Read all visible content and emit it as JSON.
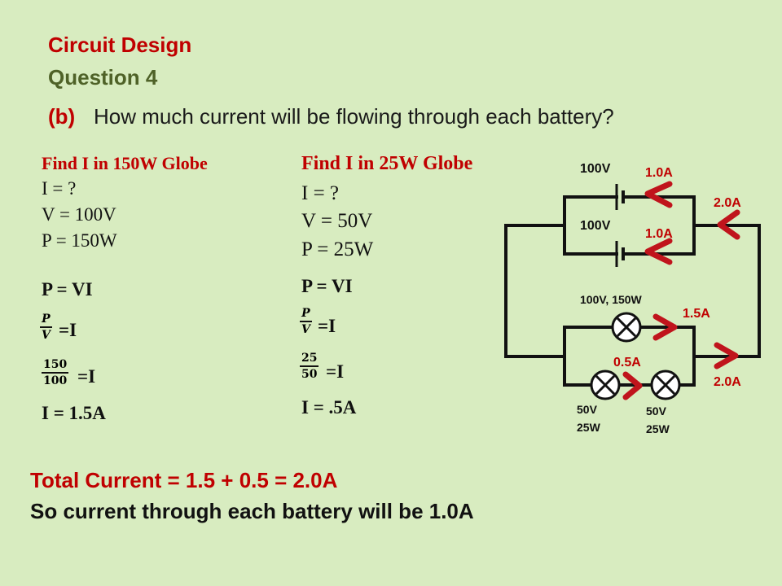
{
  "header": {
    "title": "Circuit Design",
    "question": "Question 4",
    "part_label": "(b)",
    "part_text": "How much current will be flowing through each battery?"
  },
  "left_calc": {
    "heading": "Find I in 150W Globe",
    "i_line": "I  = ?",
    "v_line": "V = 100V",
    "p_line": "P = 150W",
    "formula": "P = VI",
    "frac1_num": "P",
    "frac1_den": "V",
    "frac1_rhs": "=I",
    "frac2_num": "150",
    "frac2_den": "100",
    "frac2_rhs": "=I",
    "result": "I = 1.5A"
  },
  "right_calc": {
    "heading": "Find I in 25W Globe",
    "i_line": "I  = ?",
    "v_line": "V = 50V",
    "p_line": "P = 25W",
    "formula": "P = VI",
    "frac1_num": "P",
    "frac1_den": "V",
    "frac1_rhs": "=I",
    "frac2_num": "25",
    "frac2_den": "50",
    "frac2_rhs": "=I",
    "result": "I = .5A"
  },
  "circuit": {
    "battery_top_label": "100V",
    "battery_bottom_label": "100V",
    "battery_top_current": "1.0A",
    "battery_bottom_current": "1.0A",
    "main_current_top": "2.0A",
    "main_current_bottom": "2.0A",
    "globe_150_label": "100V, 150W",
    "globe_150_current": "1.5A",
    "globe_25_current": "0.5A",
    "globe_25a_voltage": "50V",
    "globe_25a_power": "25W",
    "globe_25b_voltage": "50V",
    "globe_25b_power": "25W"
  },
  "conclusion": {
    "total_line": "Total Current = 1.5 + 0.5 = 2.0A",
    "battery_line": "So current through each battery will be 1.0A"
  },
  "colors": {
    "background": "#d8ecc0",
    "title_red": "#c00000",
    "question_green": "#4f6228",
    "arrow_red": "#c0141c",
    "wire": "#111111"
  }
}
